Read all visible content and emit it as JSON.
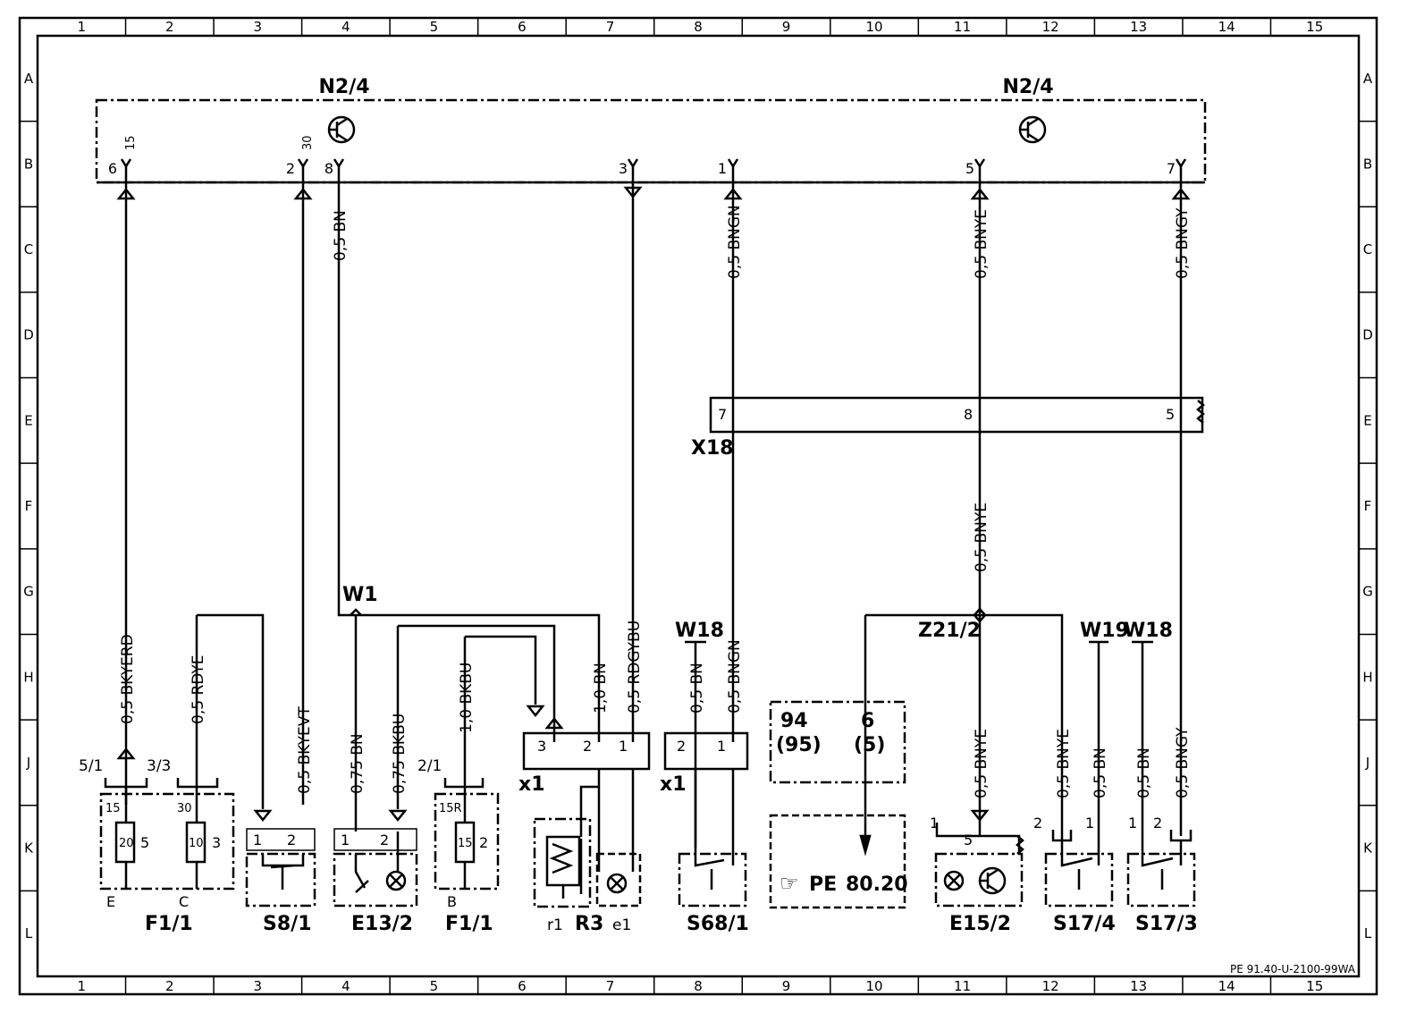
{
  "grid": {
    "columns": [
      "1",
      "2",
      "3",
      "4",
      "5",
      "6",
      "7",
      "8",
      "9",
      "10",
      "11",
      "12",
      "13",
      "14",
      "15"
    ],
    "rows": [
      "A",
      "B",
      "C",
      "D",
      "E",
      "F",
      "G",
      "H",
      "J",
      "K",
      "L"
    ]
  },
  "module": {
    "left_label": "N2/4",
    "right_label": "N2/4"
  },
  "module_pins": [
    {
      "num": "6",
      "sub": "15"
    },
    {
      "num": "2",
      "sub": "30"
    },
    {
      "num": "8",
      "sub": ""
    },
    {
      "num": "3",
      "sub": ""
    },
    {
      "num": "1",
      "sub": ""
    },
    {
      "num": "5",
      "sub": ""
    },
    {
      "num": "7",
      "sub": ""
    }
  ],
  "wires": [
    "0,5 BN",
    "0,5 BNGN",
    "0,5 BNYE",
    "0,5 BNGY",
    "0,5 BNYE",
    "0,5 BKYERD",
    "0,5 RDYE",
    "0,5 BKYEVT",
    "0,75 BN",
    "0,75 BKBU",
    "1,0 BKBU",
    "1,0 BN",
    "0,5 RDGYBU",
    "0,5 BN",
    "0,5 BNGN",
    "0,5 BNYE",
    "0,5 BNYE",
    "0,5 BN",
    "0,5 BN",
    "0,5 BNGY"
  ],
  "connector_x18": {
    "label": "X18",
    "pins": [
      "7",
      "8",
      "5"
    ]
  },
  "splices": {
    "w1": "W1",
    "z21": "Z21/2",
    "w18a": "W18",
    "w19": "W19",
    "w18b": "W18"
  },
  "components": {
    "f11a": {
      "label": "F1/1",
      "terminal": "E",
      "pin_top": "5/1",
      "t1": "15",
      "fuse": "20",
      "t2": "5"
    },
    "f11b": {
      "label": "",
      "terminal": "C",
      "pin_top": "3/3",
      "t1": "30",
      "fuse": "10",
      "t2": "3"
    },
    "s81": {
      "label": "S8/1",
      "p1": "1",
      "p2": "2"
    },
    "e132": {
      "label": "E13/2",
      "p1": "1",
      "p2": "2"
    },
    "f11c": {
      "label": "F1/1",
      "terminal": "B",
      "pin_top": "2/1",
      "t1": "15R",
      "fuse": "15",
      "t2": "2"
    },
    "r3": {
      "label": "R3",
      "r1": "r1",
      "e1": "e1",
      "x1": "x1",
      "p3": "3",
      "p2": "2",
      "p1": "1"
    },
    "s681": {
      "label": "S68/1",
      "x1": "x1",
      "p2": "2",
      "p1": "1"
    },
    "ref": {
      "a": "94",
      "b": "6",
      "c": "(95)",
      "d": "(5)",
      "pe": "PE",
      "num": "80.20"
    },
    "e152": {
      "label": "E15/2",
      "p1": "1",
      "p5": "5"
    },
    "s174": {
      "label": "S17/4",
      "p2": "2",
      "p1": "1"
    },
    "s173": {
      "label": "S17/3",
      "p1": "1",
      "p2": "2"
    }
  },
  "footer_ref": "PE 91.40-U-2100-99WA"
}
